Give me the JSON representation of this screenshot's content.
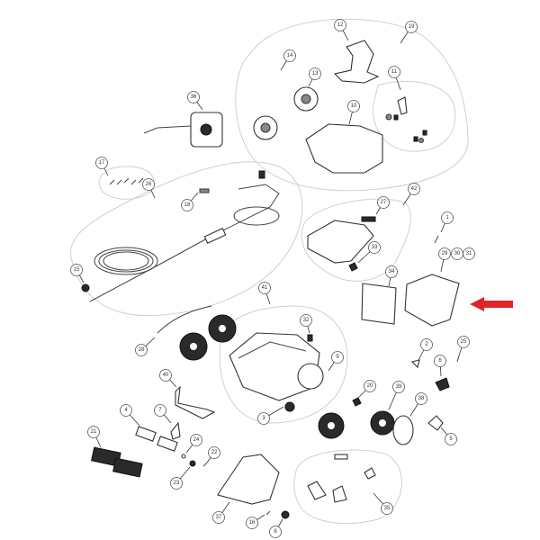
{
  "diagram": {
    "title": "Pool cleaner robot exploded parts diagram",
    "callouts": [
      "19",
      "12",
      "14",
      "13",
      "11",
      "36",
      "10",
      "17",
      "26",
      "18",
      "42",
      "27",
      "1",
      "33",
      "29",
      "30",
      "31",
      "15",
      "34",
      "41",
      "32",
      "28",
      "2",
      "25",
      "9",
      "6",
      "40",
      "20",
      "39",
      "38",
      "4",
      "7",
      "3",
      "5",
      "21",
      "24",
      "22",
      "23",
      "37",
      "16",
      "8",
      "35"
    ],
    "highlight_arrow_color": "#e0242a"
  }
}
